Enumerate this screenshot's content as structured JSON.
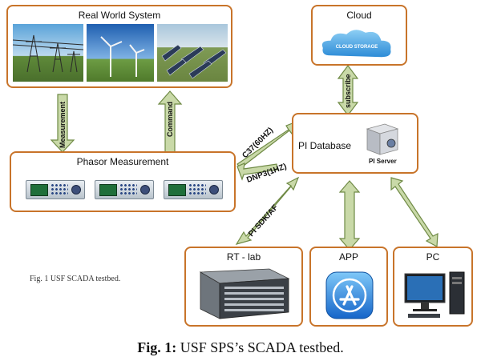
{
  "real_world": {
    "title": "Real World System"
  },
  "phasor": {
    "title": "Phasor Measurement"
  },
  "cloud": {
    "title": "Cloud",
    "logo_text": "CLOUD STORAGE"
  },
  "pi_database": {
    "title": "PI Database",
    "server_label": "PI Server"
  },
  "rt_lab": {
    "title": "RT - lab"
  },
  "app": {
    "title": "APP"
  },
  "pc": {
    "title": "PC"
  },
  "arrow_labels": {
    "measurement": "Measurement",
    "command": "Command",
    "subscribe": "subscribe",
    "c37": "C37(60HZ)",
    "dnp3": "DNP3(1HZ)",
    "pi_sdk": "PI SDK/AF"
  },
  "captions": {
    "left": "Fig. 1 USF SCADA testbed.",
    "main_prefix": "Fig. 1:",
    "main_text": " USF SPS’s SCADA testbed."
  },
  "colors": {
    "box_border": "#c8742a",
    "arrow_fill": "#c9d9a8",
    "arrow_stroke": "#6f8a45"
  }
}
